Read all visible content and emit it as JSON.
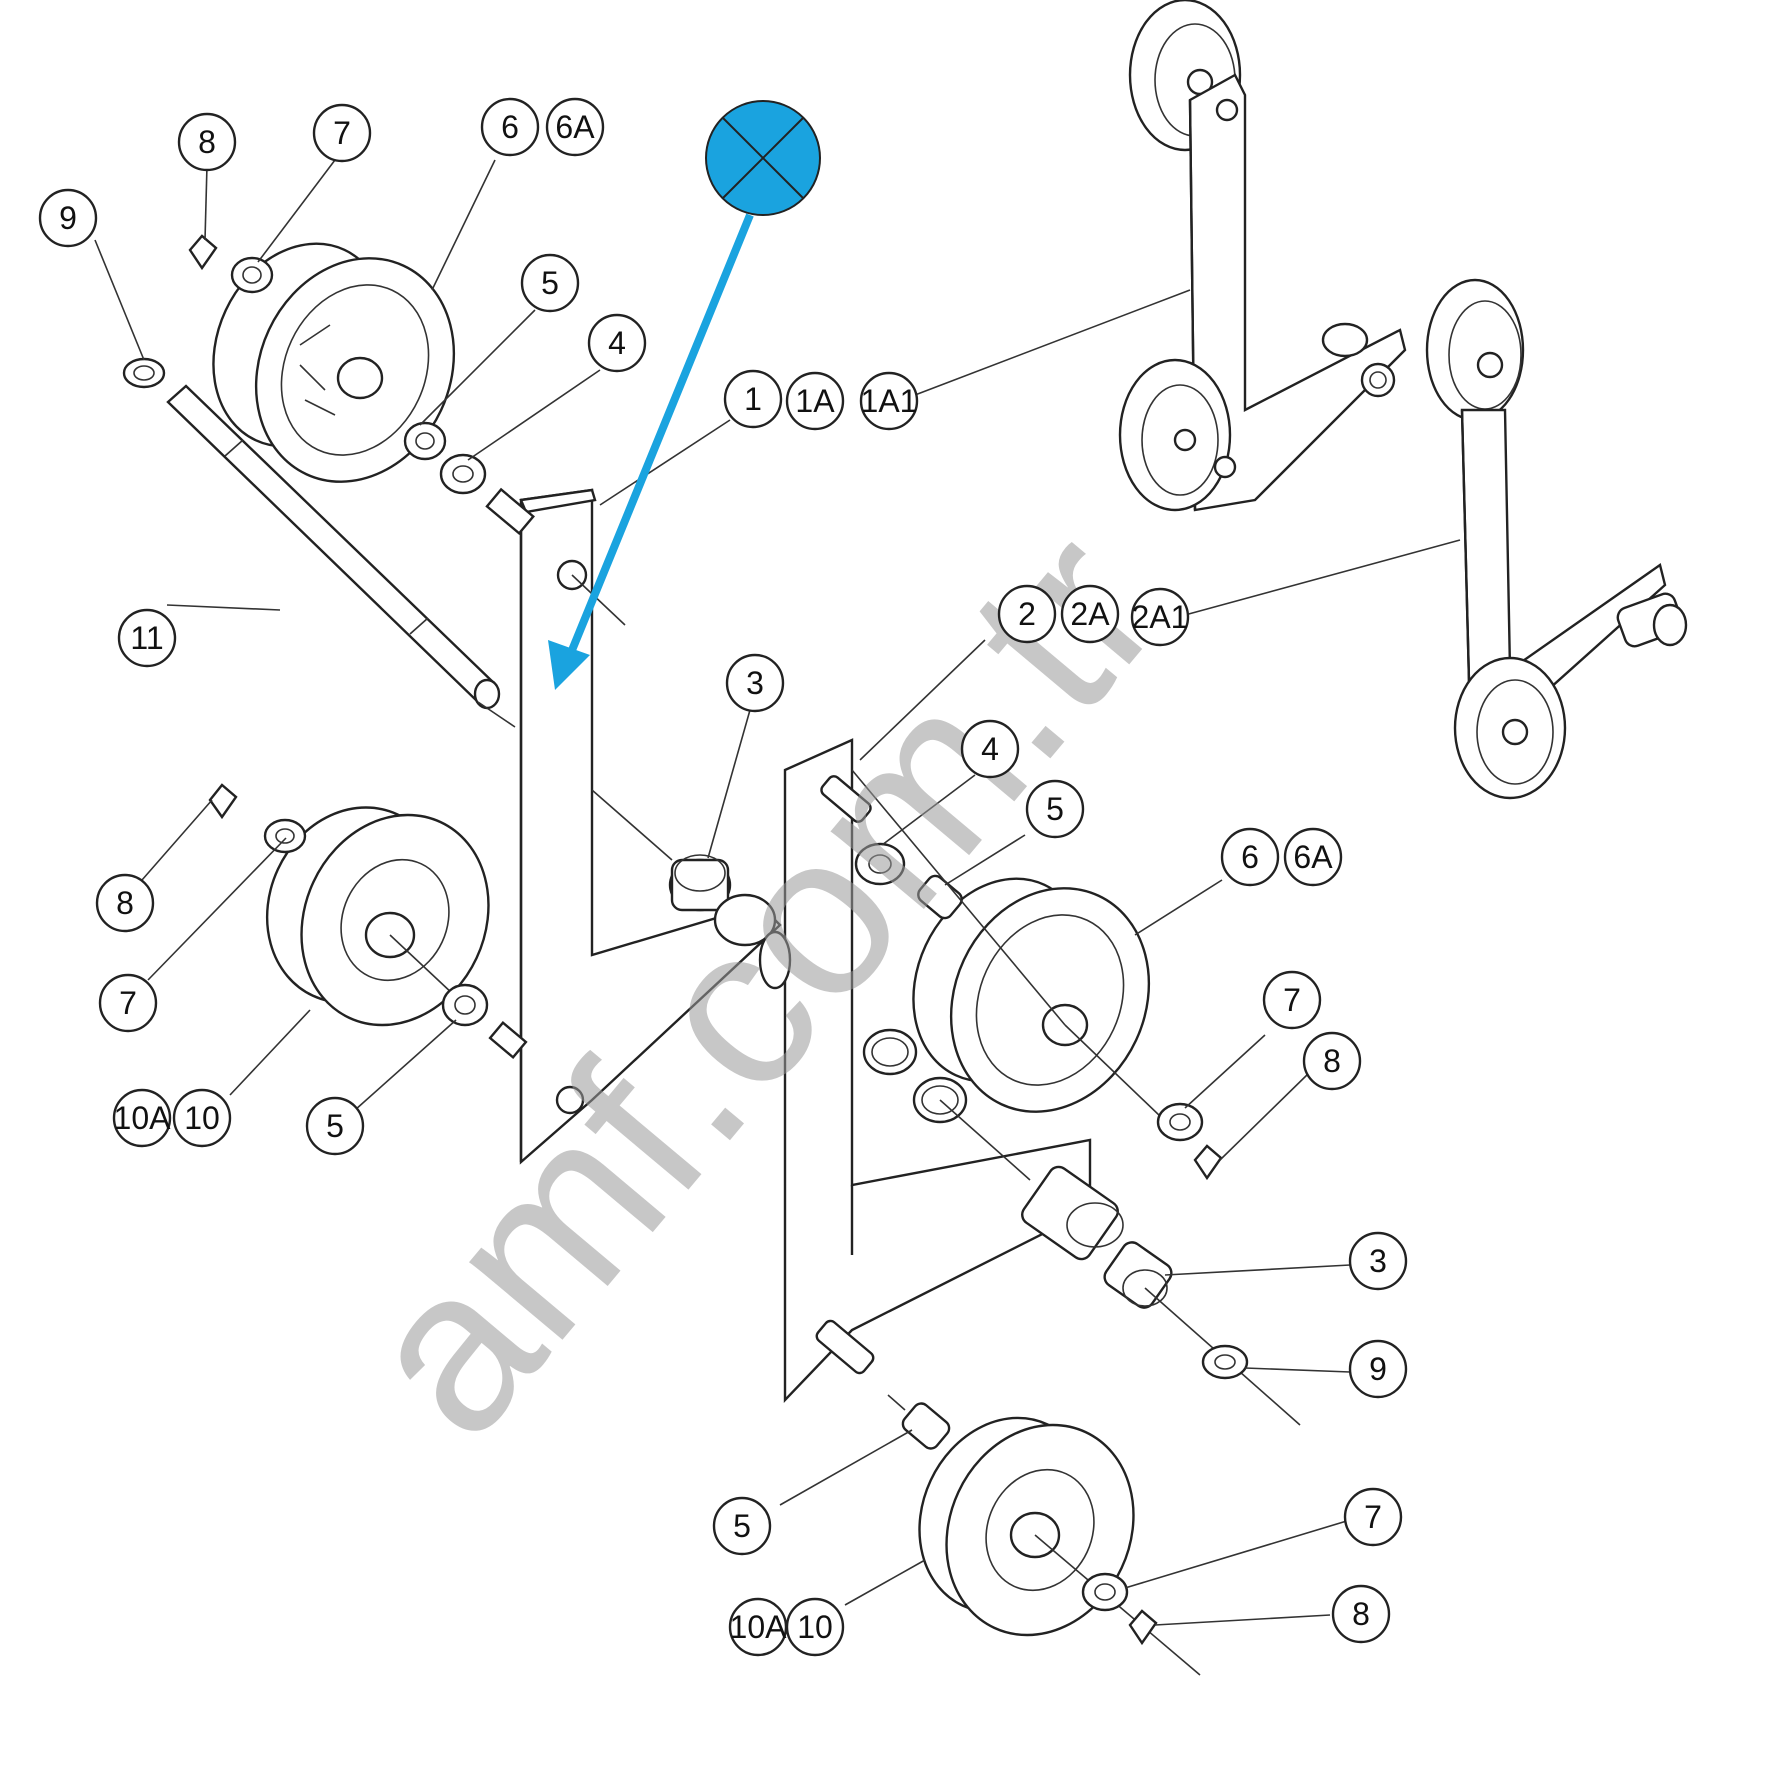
{
  "watermark": "amf.com.tr",
  "accent_color": "#1aa3df",
  "callouts": [
    {
      "id": "c-9-top",
      "text": "9"
    },
    {
      "id": "c-8-top",
      "text": "8"
    },
    {
      "id": "c-7-top",
      "text": "7"
    },
    {
      "id": "c-6-top",
      "text": "6"
    },
    {
      "id": "c-6A-top",
      "text": "6A"
    },
    {
      "id": "c-5-top",
      "text": "5"
    },
    {
      "id": "c-4-top",
      "text": "4"
    },
    {
      "id": "c-1",
      "text": "1"
    },
    {
      "id": "c-1A",
      "text": "1A"
    },
    {
      "id": "c-1A1",
      "text": "1A1"
    },
    {
      "id": "c-11",
      "text": "11"
    },
    {
      "id": "c-3-mid",
      "text": "3"
    },
    {
      "id": "c-2",
      "text": "2"
    },
    {
      "id": "c-2A",
      "text": "2A"
    },
    {
      "id": "c-2A1",
      "text": "2A1"
    },
    {
      "id": "c-4-mid",
      "text": "4"
    },
    {
      "id": "c-5-mid",
      "text": "5"
    },
    {
      "id": "c-6-mid",
      "text": "6"
    },
    {
      "id": "c-6A-mid",
      "text": "6A"
    },
    {
      "id": "c-8-left",
      "text": "8"
    },
    {
      "id": "c-7-left",
      "text": "7"
    },
    {
      "id": "c-10A-left",
      "text": "10A"
    },
    {
      "id": "c-10-left",
      "text": "10"
    },
    {
      "id": "c-5-left",
      "text": "5"
    },
    {
      "id": "c-7-right",
      "text": "7"
    },
    {
      "id": "c-8-right",
      "text": "8"
    },
    {
      "id": "c-3-right",
      "text": "3"
    },
    {
      "id": "c-9-right",
      "text": "9"
    },
    {
      "id": "c-5-bot",
      "text": "5"
    },
    {
      "id": "c-7-bot",
      "text": "7"
    },
    {
      "id": "c-8-bot",
      "text": "8"
    },
    {
      "id": "c-10A-bot",
      "text": "10A"
    },
    {
      "id": "c-10-bot",
      "text": "10"
    }
  ]
}
